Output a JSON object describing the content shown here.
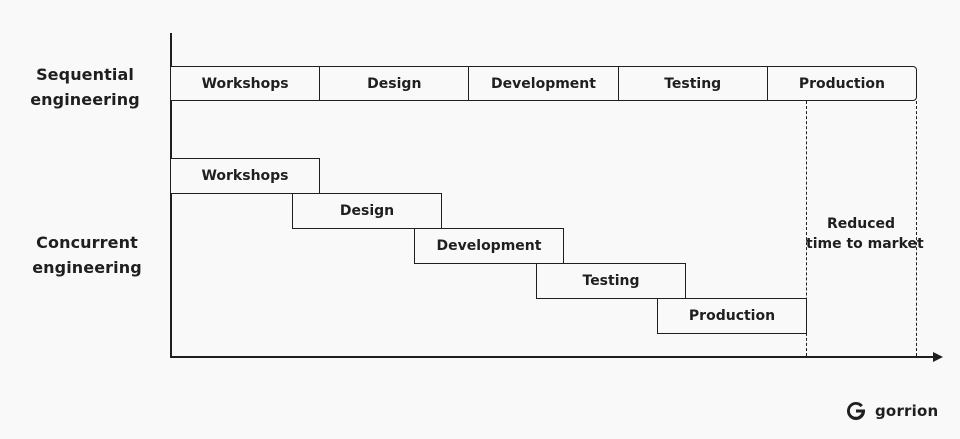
{
  "sequential": {
    "label_line1": "Sequential",
    "label_line2": "engineering",
    "stages": [
      "Workshops",
      "Design",
      "Development",
      "Testing",
      "Production"
    ]
  },
  "concurrent": {
    "label_line1": "Concurrent",
    "label_line2": "engineering",
    "stages": [
      "Workshops",
      "Design",
      "Development",
      "Testing",
      "Production"
    ]
  },
  "annotation": {
    "line1": "Reduced",
    "line2": "time to market"
  },
  "brand": {
    "name": "gorrion",
    "logo_icon": "gorrion-logo-icon"
  },
  "colors": {
    "ink": "#1f1f1f",
    "background": "#f9f9f9"
  }
}
